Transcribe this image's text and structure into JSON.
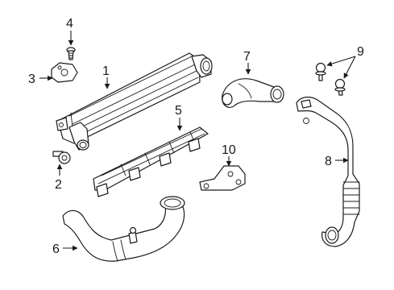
{
  "diagram": {
    "callouts": [
      "1",
      "2",
      "3",
      "4",
      "5",
      "6",
      "7",
      "8",
      "9",
      "10"
    ]
  },
  "colors": {
    "line": "#1a1a1a",
    "background": "#ffffff"
  }
}
